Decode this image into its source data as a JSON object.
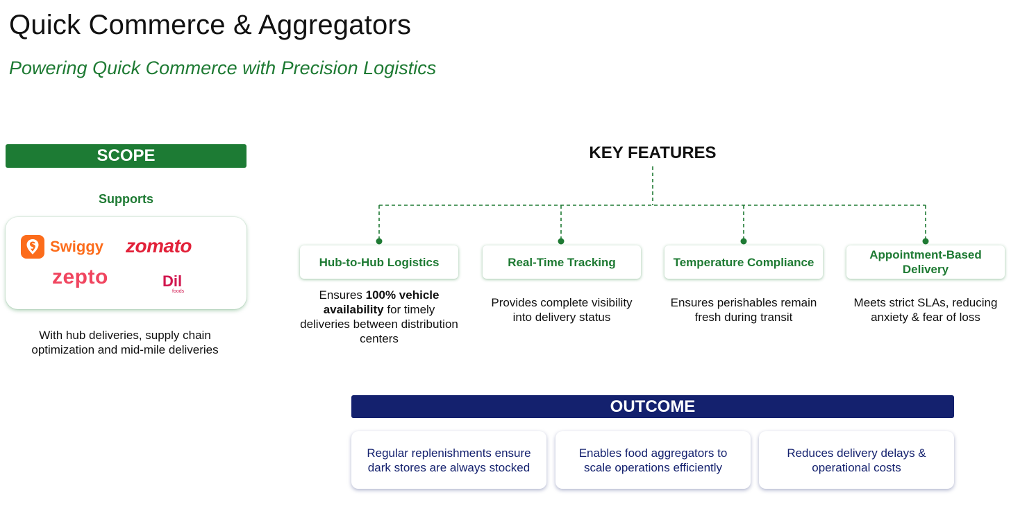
{
  "header": {
    "title": "Quick Commerce & Aggregators",
    "subtitle": "Powering Quick Commerce with Precision Logistics"
  },
  "scope": {
    "heading": "SCOPE",
    "supports_label": "Supports",
    "logos": {
      "swiggy": "Swiggy",
      "zomato": "zomato",
      "zepto": "zepto",
      "dil": "Dil",
      "dil_sub": "foods"
    },
    "description": "With hub deliveries, supply chain optimization and mid-mile deliveries"
  },
  "key_features": {
    "heading": "KEY FEATURES",
    "items": [
      {
        "title": "Hub-to-Hub Logistics",
        "desc_prefix": "Ensures ",
        "desc_bold": "100% vehicle availability",
        "desc_suffix": " for timely deliveries between distribution centers"
      },
      {
        "title": "Real-Time Tracking",
        "desc": "Provides complete visibility into delivery status"
      },
      {
        "title": "Temperature Compliance",
        "desc": "Ensures perishables remain fresh during transit"
      },
      {
        "title": "Appointment-Based Delivery",
        "desc": "Meets strict SLAs, reducing anxiety & fear of loss"
      }
    ]
  },
  "outcome": {
    "heading": "OUTCOME",
    "items": [
      "Regular replenishments ensure dark stores are always stocked",
      "Enables food aggregators to scale operations efficiently",
      "Reduces delivery delays & operational costs"
    ]
  },
  "colors": {
    "green": "#1e7a33",
    "navy": "#14216e",
    "swiggy_orange": "#fc6c1b",
    "zomato_red": "#e2223a",
    "zepto_pink": "#f0455f"
  }
}
